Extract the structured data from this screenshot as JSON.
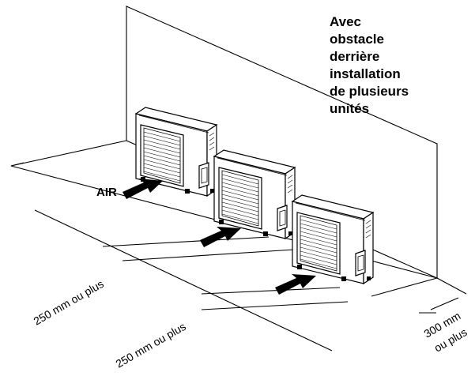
{
  "title_lines": [
    "Avec",
    "obstacle",
    "derrière",
    "installation",
    "de plusieurs",
    "unités"
  ],
  "air_label": "AIR",
  "dimension_front_1": "250 mm ou plus",
  "dimension_front_2": "250 mm ou plus",
  "dimension_rear_value": "300 mm",
  "dimension_rear_unit": "ou plus",
  "outdoor_unit_count": 3,
  "airflow_arrow_count": 3
}
